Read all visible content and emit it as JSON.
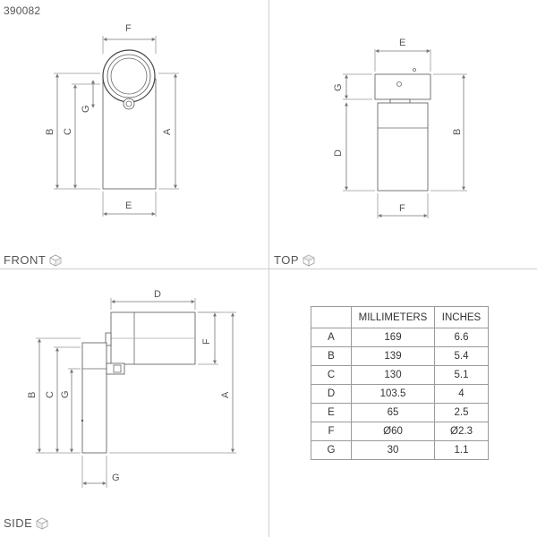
{
  "product_code": "390082",
  "views": {
    "front": "FRONT",
    "top": "TOP",
    "side": "SIDE"
  },
  "icons": [
    "cube-view-icon"
  ],
  "dimension_labels": {
    "front": [
      "F",
      "G",
      "B",
      "C",
      "A",
      "E"
    ],
    "top": [
      "E",
      "G",
      "B",
      "D",
      "F"
    ],
    "side": [
      "D",
      "F",
      "B",
      "C",
      "G",
      "A",
      "G"
    ]
  },
  "table": {
    "headers": [
      "",
      "MILLIMETERS",
      "INCHES"
    ],
    "rows": [
      {
        "letter": "A",
        "mm": "169",
        "in": "6.6"
      },
      {
        "letter": "B",
        "mm": "139",
        "in": "5.4"
      },
      {
        "letter": "C",
        "mm": "130",
        "in": "5.1"
      },
      {
        "letter": "D",
        "mm": "103.5",
        "in": "4"
      },
      {
        "letter": "E",
        "mm": "65",
        "in": "2.5"
      },
      {
        "letter": "F",
        "mm": "Ø60",
        "in": "Ø2.3"
      },
      {
        "letter": "G",
        "mm": "30",
        "in": "1.1"
      }
    ]
  }
}
